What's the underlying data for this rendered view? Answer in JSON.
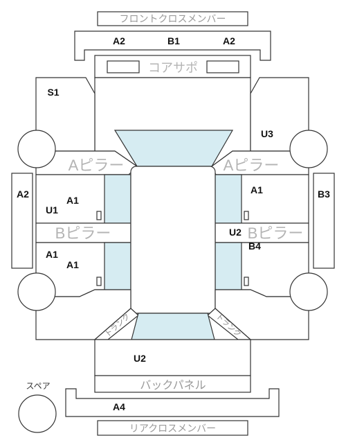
{
  "labels": {
    "front_cross_member": "フロントクロスメンバー",
    "core_support": "コアサポ",
    "a_pillar_left": "Aピラー",
    "a_pillar_right": "Aピラー",
    "b_pillar_left": "Bピラー",
    "b_pillar_right": "Bピラー",
    "trunk_left": "トランク",
    "trunk_right": "トランク",
    "back_panel": "バックパネル",
    "spare": "スペア",
    "rear_cross_member": "リアクロスメンバー"
  },
  "codes": {
    "front_member_left": "A2",
    "front_member_center": "B1",
    "front_member_right": "A2",
    "s1": "S1",
    "u3": "U3",
    "left_side": "A2",
    "right_side": "B3",
    "front_left_door_a1": "A1",
    "front_left_door_u1": "U1",
    "front_right_door_a1": "A1",
    "b_pillar_u2": "U2",
    "rear_right_b4": "B4",
    "rear_left_a1_top": "A1",
    "rear_left_a1_bottom": "A1",
    "trunk_u2": "U2",
    "rear_member_a4": "A4"
  },
  "colors": {
    "glass": "#d6ecf2",
    "outline": "#333333",
    "muted_label": "#9a9a9a"
  }
}
